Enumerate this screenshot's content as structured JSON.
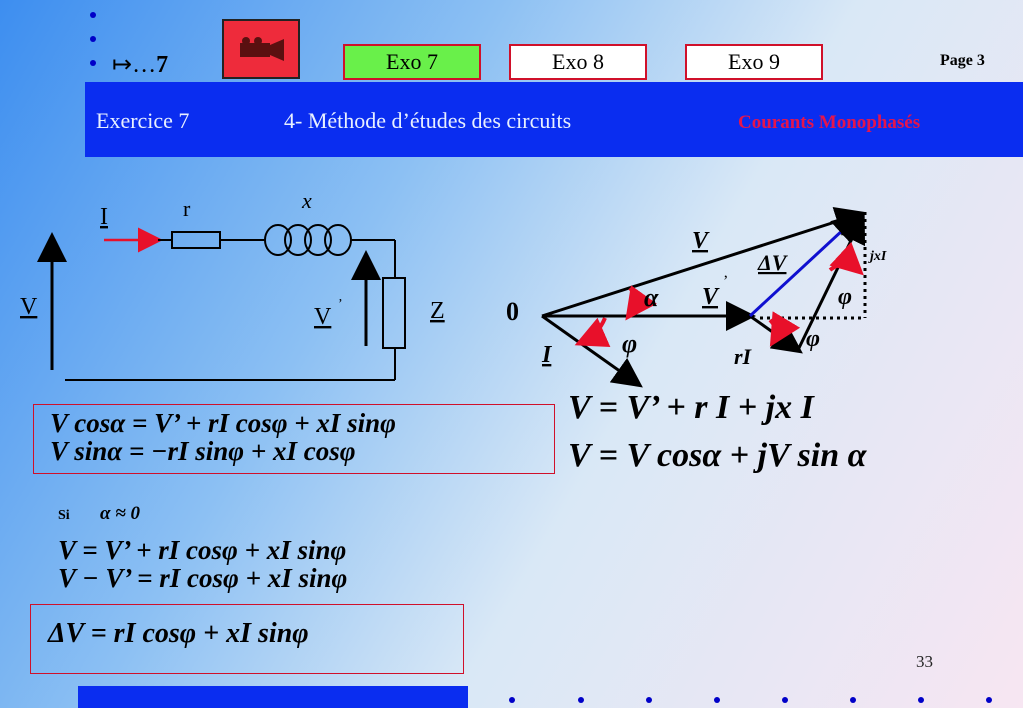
{
  "nav": {
    "arrow_text": "↦…",
    "number": "7"
  },
  "tabs": {
    "exo7": "Exo 7",
    "exo8": "Exo 8",
    "exo9": "Exo 9"
  },
  "page_label": "Page 3",
  "header": {
    "exercise": "Exercice 7",
    "method": "4- Méthode d’études des circuits",
    "subject": "Courants Monophasés"
  },
  "circuit": {
    "current": "I",
    "resistance": "r",
    "reactance": "x",
    "source_voltage": "V",
    "load_voltage": "V",
    "load_voltage_prime": "’",
    "impedance": "Z"
  },
  "phasor": {
    "origin": "0",
    "V": "V",
    "V_prime": "V",
    "prime": "’",
    "dV": "ΔV",
    "jxI": "jxI",
    "alpha": "α",
    "phi": "φ",
    "I": "I",
    "rI": "rI"
  },
  "equations": {
    "eq1": "V cosα = V’ + rI cosφ + xI sinφ",
    "eq2": "V sinα = −rI sinφ + xI cosφ",
    "complex1": "V = V’ + r I + jx I",
    "complex2": "V = V cosα + jV sin α",
    "si": "Si",
    "approx": "α ≈ 0",
    "eq3": "V = V’ + rI cosφ + xI sinφ",
    "eq4": "V − V’ = rI cosφ + xI sinφ",
    "result": "ΔV = rI cosφ + xI sinφ"
  },
  "slide_number": "33",
  "colors": {
    "header_blue": "#0a2df0",
    "tab_active": "#69f04a",
    "accent_red": "#e4154d",
    "phasor_blue": "#1010d0",
    "arc_red": "#e8102a"
  }
}
